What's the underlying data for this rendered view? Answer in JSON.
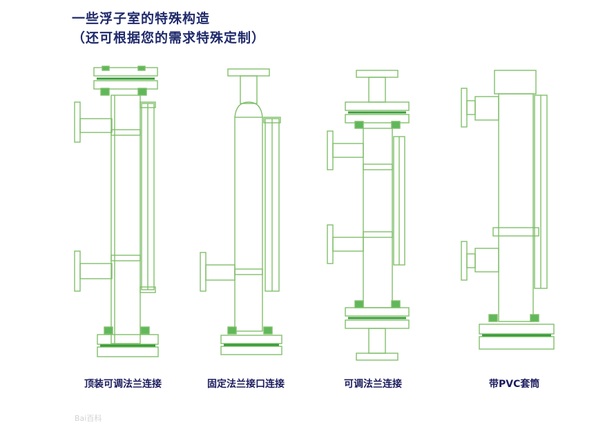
{
  "title_line1": "一些浮子室的特殊构造",
  "title_line2": "（还可根据您的需求特殊定制）",
  "captions": [
    "顶装可调法兰连接",
    "固定法兰接口连接",
    "可调法兰连接",
    "带PVC套筒"
  ],
  "watermark": "Bai百科",
  "colors": {
    "line": "#7fbf6a",
    "bolt": "#5fb85a",
    "title": "#1f2a6b",
    "caption": "#1b1b5e"
  }
}
